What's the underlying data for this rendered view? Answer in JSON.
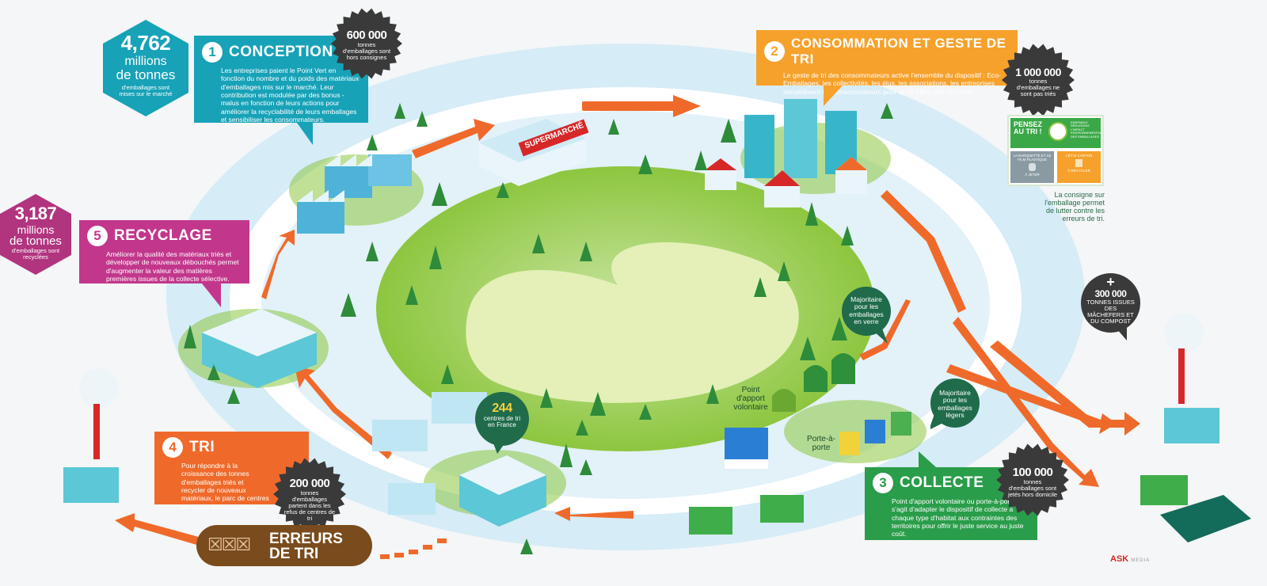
{
  "steps": {
    "conception": {
      "number": "1",
      "title": "CONCEPTION",
      "text": "Les entreprises paient le Point Vert en fonction du nombre et du poids des matériaux d'emballages mis sur le marché. Leur contribution est modulée par des bonus - malus en fonction de leurs actions pour améliorer la recyclabilité de leurs emballages et sensibiliser les consommateurs.",
      "color": "#17a2b8"
    },
    "consommation": {
      "number": "2",
      "title": "CONSOMMATION ET GESTE DE TRI",
      "text": "Le geste de tri des consommateurs active l'ensemble du dispositif : Eco-Emballages, les collectivités, les élus, les associations, les entreprises sensibilisent les consommateurs pour qu'ils trient plus et mieux.",
      "color": "#f6a12b"
    },
    "collecte": {
      "number": "3",
      "title": "COLLECTE",
      "text": "Point d'apport volontaire ou porte-à-porte, il s'agit d'adapter le dispositif de collecte à chaque type d'habitat aux contraintes des territoires pour offrir le juste service au juste coût.",
      "color": "#2a9d4a"
    },
    "tri": {
      "number": "4",
      "title": "TRI",
      "text": "Pour répondre à la croissance des tonnes d'emballages triés et recycler de nouveaux matériaux, le parc de centres de tri doit être modernisé.",
      "color": "#ef6a2a"
    },
    "recyclage": {
      "number": "5",
      "title": "RECYCLAGE",
      "text": "Améliorer la qualité des matériaux triés et développer de nouveaux débouchés permet d'augmenter la valeur des matières premières issues de la collecte sélective.",
      "color": "#c2378c"
    }
  },
  "hexagons": {
    "mises": {
      "number": "4,762",
      "line1": "millions",
      "line2": "de tonnes",
      "caption": "d'emballages sont mises sur le marché",
      "color": "#17a2b8"
    },
    "recyclees": {
      "number": "3,187",
      "line1": "millions",
      "line2": "de tonnes",
      "caption": "d'emballages sont recyclées",
      "color": "#b1347f"
    }
  },
  "starbursts": {
    "hors_consignes": {
      "number": "600 000",
      "caption": "tonnes d'emballages sont hors consignes"
    },
    "non_tries": {
      "number": "1 000 000",
      "caption": "tonnes d'emballages ne sont pas triés"
    },
    "hors_domicile": {
      "number": "100 000",
      "caption": "tonnes d'emballages sont jetés hors domicile"
    },
    "refus": {
      "number": "200 000",
      "caption": "tonnes d'emballages partent dans les refus de centres de tri"
    }
  },
  "mache_bubble": {
    "plus": "+",
    "number": "300 000",
    "caption": "TONNES ISSUES DES MÂCHEFERS ET DU COMPOST"
  },
  "centres_bubble": {
    "number": "244",
    "caption": "centres de tri en France"
  },
  "verre_bubble": {
    "text": "Majoritaire pour les emballages en verre"
  },
  "legers_bubble": {
    "text": "Majoritaire pour les emballages légers"
  },
  "labels": {
    "supermarche": "SUPERMARCHÉ",
    "apport": "Point d'apport volontaire",
    "porte": "Porte-à-porte",
    "consigne": "La consigne sur l'emballage permet de lutter contre les erreurs de tri.",
    "erreurs_line1": "ERREURS",
    "erreurs_line2": "DE TRI",
    "logo_main": "ASK",
    "logo_sub": "MEDIA"
  },
  "tri_card": {
    "pensez": "PENSEZ AU TRI !",
    "header_small": "ENSEMBLE RÉDUISONS L'IMPACT ENVIRONNEMENTAL DES EMBALLAGES",
    "left_title": "LA BARQUETTE ET LE FILM PLASTIQUE",
    "left_action": "À JETER",
    "right_title": "L'ÉTUI CARTON",
    "right_action": "À RECYCLER"
  },
  "colors": {
    "sky": "#d6ecf7",
    "grass": "#8dc63f",
    "grass_light": "#c5e08a",
    "arrow": "#ef6a2a",
    "dark_badge": "#3a3a3a",
    "dark_green": "#1f6b4a",
    "erreurs": "#7a4b1c"
  }
}
